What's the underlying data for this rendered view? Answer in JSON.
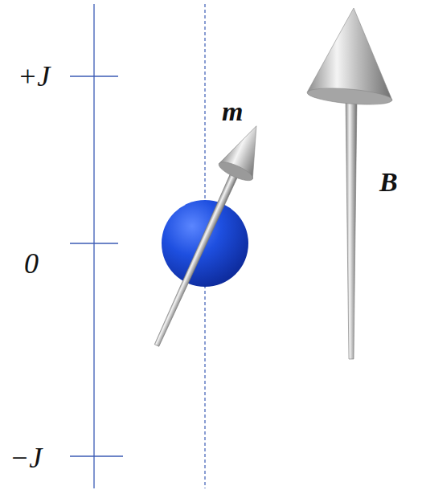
{
  "diagram": {
    "labels": [
      "+J",
      "0",
      "−J",
      "m",
      "B"
    ]
  }
}
